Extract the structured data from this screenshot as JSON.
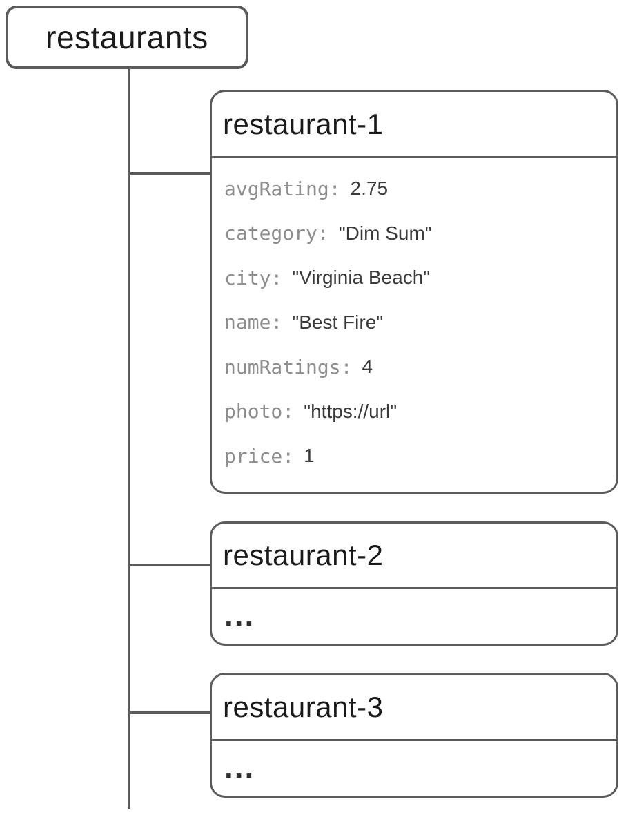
{
  "diagram": {
    "type": "database-tree",
    "colors": {
      "line": "#5c5c5c",
      "title_text": "#1a1a1a",
      "key_text": "#8e8e8e",
      "value_text": "#3a3a3a",
      "background": "#ffffff"
    },
    "collection": {
      "label": "restaurants"
    },
    "documents": [
      {
        "id": "restaurant-1",
        "fields": [
          {
            "key": "avgRating:",
            "value": "2.75"
          },
          {
            "key": "category:",
            "value": "\"Dim Sum\""
          },
          {
            "key": "city:",
            "value": "\"Virginia Beach\""
          },
          {
            "key": "name:",
            "value": "\"Best Fire\""
          },
          {
            "key": "numRatings:",
            "value": "4"
          },
          {
            "key": "photo:",
            "value": "\"https://url\""
          },
          {
            "key": "price:",
            "value": "1"
          }
        ]
      },
      {
        "id": "restaurant-2",
        "truncated_label": "..."
      },
      {
        "id": "restaurant-3",
        "truncated_label": "..."
      }
    ]
  }
}
